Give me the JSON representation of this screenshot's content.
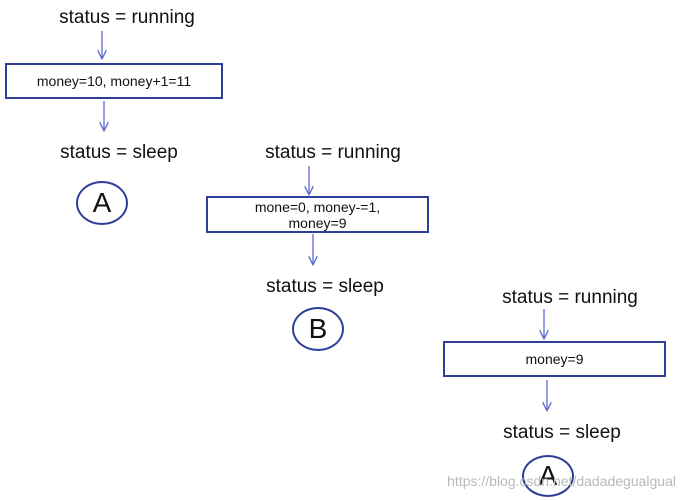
{
  "flows": {
    "a": {
      "start": "status = running",
      "step": "money=10, money+1=11",
      "end": "status = sleep",
      "node": "A"
    },
    "b": {
      "start": "status = running",
      "step_line1": "mone=0, money-=1,",
      "step_line2": "money=9",
      "end": "status = sleep",
      "node": "B"
    },
    "c": {
      "start": "status = running",
      "step": "money=9",
      "end": "status = sleep",
      "node": "A"
    }
  },
  "watermark": "https://blog.csdn.net/dadadegualgual",
  "colors": {
    "stroke": "#2f3f99",
    "arrow": "#5a6ad0",
    "text": "#111111",
    "watermark": "#b9b9b9"
  }
}
